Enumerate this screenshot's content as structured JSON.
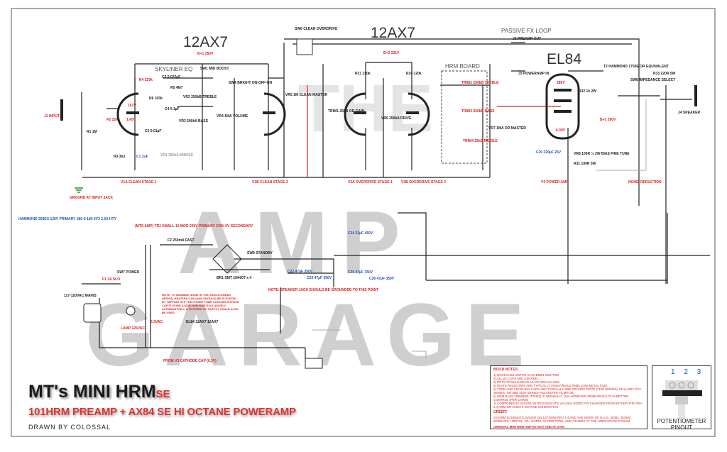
{
  "watermark": {
    "line1": "THE",
    "line2": "AMP",
    "line3": "GARAGE"
  },
  "headings": {
    "tube1": "12AX7",
    "tube2": "12AX7",
    "tube3": "EL84",
    "eq": "SKYLINER EQ",
    "fx": "PASSIVE FX LOOP",
    "hrm": "HRM BOARD"
  },
  "stages": {
    "v1a": "V1A CLEAN STAGE 1",
    "v1b": "V1B CLEAN STAGE 2",
    "v2a": "V2A OVERDRIVE STAGE 1",
    "v2b": "V2B OVERDRIVE STAGE 2",
    "v3": "V3 POWER AMP"
  },
  "components": {
    "input": "J1 INPUT",
    "r1": "R1 1M",
    "r2": "R2 22k",
    "r3": "R3 3k3",
    "r4": "R4 220k",
    "r5": "R5 4M7",
    "r6": "R6 100k",
    "c1": "C1 1uF",
    "c2": "C2 0.01µF",
    "c3": "C3 0.022µF",
    "c4": "C4 0.1µF",
    "treble": "VR2 250kB TREBLE",
    "bass": "VR3 500kA BASS",
    "midboost": "SW1 MID BOOST",
    "bright": "SW4 BRIGHT ON-OFF-ON",
    "volume": "VR4 1MA VOLUME",
    "middle": "VR1 250kA MIDDLE",
    "cleanmaster": "VR5 1M CLEAN MASTER",
    "sw6": "SW6 CLEAN OVERDRIVE",
    "odgain": "TRIM1 25kB OD GAIN",
    "drive": "VR6 250kA DRIVE",
    "r21": "R21 150k",
    "r24": "R24 120k",
    "hrmtreble": "TRIM2 250kB TREBLE",
    "hrmbass": "TRIM3 250kB BASS",
    "hrmmiddle": "TRIM4 25kB MIDDLE",
    "master": "VR7 1MA OD MASTER",
    "preampout": "J2 PREAMP OUT",
    "powerampin": "J3 POWERAMP IN",
    "r32": "R32 1k 2W",
    "t2": "T2 HAMMOND 1750E OR EQUIVALENT",
    "impedance": "SW8 IMPEDANCE SELECT",
    "speaker": "J4 SPEAKER",
    "r33": "R33 220R 5W",
    "biasfine": "VR8 100R ½ 2W BIAS FINE TUNE",
    "c20": "C20 220µF 25V",
    "r31": "R31 100R 5W",
    "noise": "NOISE REDUCTION",
    "ground": "GROUND AT INPUT JACK",
    "bplus1": "B+1 250V",
    "bplus2": "B+2 231V",
    "bplus3": "B+3 290V",
    "v1plate": "161V",
    "v1cath": "1.45V",
    "v3plate": "285V",
    "v3cath": "6.30V"
  },
  "power": {
    "t3": "HAMMOND 269EX 120V PRIMARY 180-0-180 6V3 2.5A HTY",
    "t1": "(MTS AMP) TR1 SMALL 10 MOD 230V PRIMARY 230V 6V SECONDARY",
    "fuse1": "F1 1A SLO",
    "fuse2": "F2 250mA FAST",
    "power_sw": "SW7 POWER",
    "mains": "117-120VAC MAINS",
    "lamp": "LAMP 125VAC",
    "rectifier": "BR1 SMT 1N4007 x 4",
    "standby": "SW9 STANDBY",
    "c22": "C22 47µF 350V",
    "c23": "C23 47µF 350V",
    "c24": "C24 22µF 450V",
    "c25": "C25 47µF 350V",
    "c26": "C26 47µF 350V",
    "heaters": "6.3VAC",
    "cathode": "FROM V3 CATHODE CAP (6.3V)",
    "tubes": "EL84  12AX7  12AX7",
    "heater_note": "NOTE: TO MINIMIZE NOISE IN THE SINGLE-ENDED DESIGN, HEATERS CAN (AND SHOULD) BE ELEVATED BY TAPPING OFF THE POWER TUBE CATHODE BYPASS CAP IF USING A NON-HUM BIAS EXCLUSIVELY. ALTERNATIVELY, A FILTERED DC SUPPLY COULD ALSO BE USED",
    "star_note": "NOTE: SPEAKER JACK SHOULD BE GROUNDED TO THIS POINT"
  },
  "title": {
    "main": "MT's MINI HRM",
    "suffix": "SE",
    "subtitle": "101HRM PREAMP + AX84 SE HI OCTANE POWERAMP",
    "drawn_by": "DRAWN BY COLOSSAL"
  },
  "build_notes": {
    "heading": "BUILD NOTES:",
    "items": [
      "1) ROCK/JAZZ SWITCH HAS BEEN OMITTED",
      "2) ALL pF CAPS ARE CERAMIC",
      "3) POTS SHOULD READ AS STATED VALUES",
      "4) PLATE RESISTORS ARE TYPICALLY VISHAY/DALE RN55 1/2W METAL FILM",
      "5) TONE AND COUPLING CAPS ARE TYPICALLY SBE ORANGE DROP (715P SERIES), MALLORY PVC SERIES, OR SBE 225P SERIES POLYESTER FILM/FOIL",
      "6) HRM BASS TRIMMER (TRIM3) IS NORMALLY 1MA HOWEVER 500kB RESULTS IN BETTER CONTROL (PER CHRIS)",
      "7) COMPONENTS SHOWN IN RED INDICATE VALUES ADDED OR CHANGED FROM EITHER THE REV 1.4 HRM OR AX84 HI OCTANE SCHEMATICS"
    ],
    "credit_heading": "CREDIT:",
    "credit": "101HRM SCHEMATIC BASED ON 12/7/2008 REV 1.4 AND THE WORK OF H.A.D., BOB1, BOBW, DOSEARS, HBSTHL, GIL, NORM, SKYBOLTONE, AND OTHERS AT THE AMPGARAGE FORUM",
    "original": "ORIGINAL MINI HRM AMP BY MAT AND HI GAIN"
  },
  "pot_pinout": {
    "pins": "1 2 3",
    "caption_line1": "POTENTIOMETER",
    "caption_line2": "PINOUT"
  }
}
